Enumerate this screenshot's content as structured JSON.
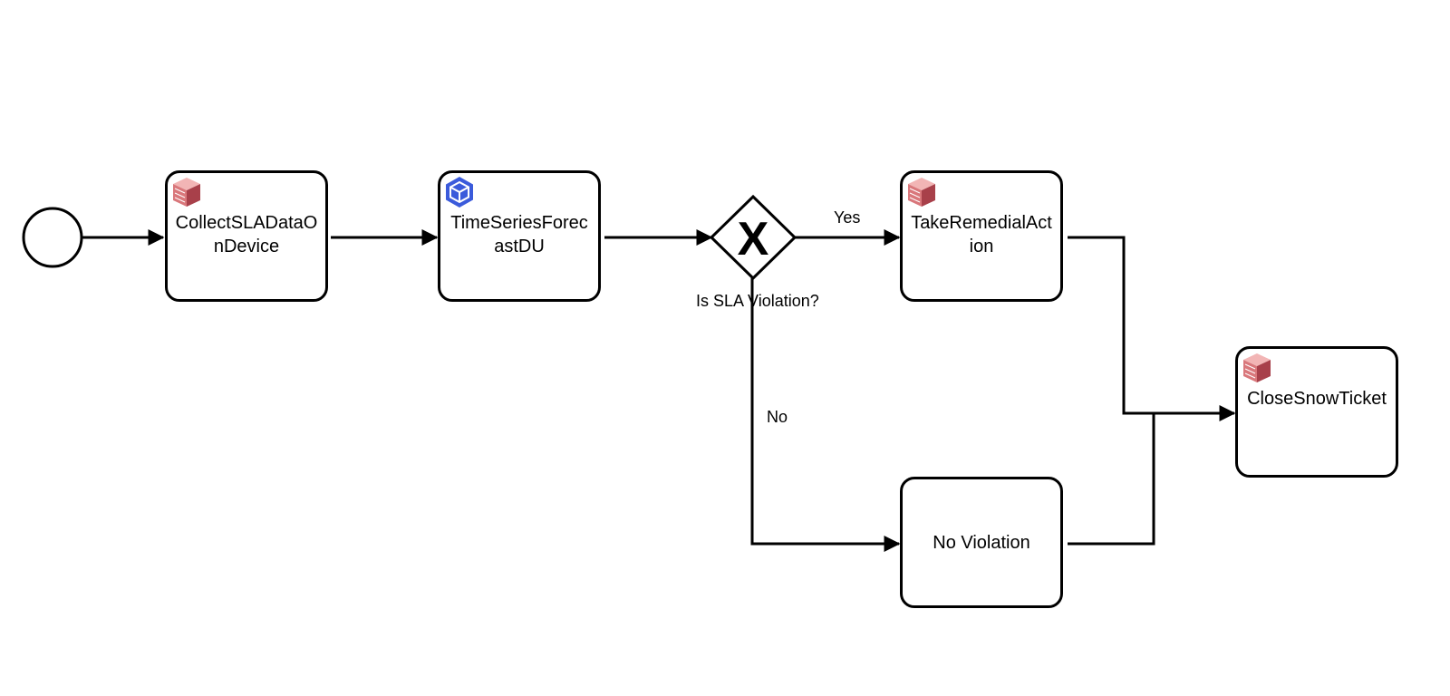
{
  "diagram": {
    "tasks": [
      {
        "id": "collect",
        "label": "CollectSLADataOnDevice",
        "icon": "service-task-cube-icon",
        "icon_color": "#d9777b"
      },
      {
        "id": "forecast",
        "label": "TimeSeriesForecastDU",
        "icon": "ai-task-hex-icon",
        "icon_color": "#3b5bdb"
      },
      {
        "id": "remedial",
        "label": "TakeRemedialAction",
        "icon": "service-task-cube-icon",
        "icon_color": "#d9777b"
      },
      {
        "id": "noviolation",
        "label": "No Violation",
        "icon": "",
        "icon_color": ""
      },
      {
        "id": "close",
        "label": "CloseSnowTicket",
        "icon": "service-task-cube-icon",
        "icon_color": "#d9777b"
      }
    ],
    "gateway": {
      "label": "Is SLA Violation?",
      "symbol": "X"
    },
    "edges": {
      "yes_label": "Yes",
      "no_label": "No"
    }
  }
}
